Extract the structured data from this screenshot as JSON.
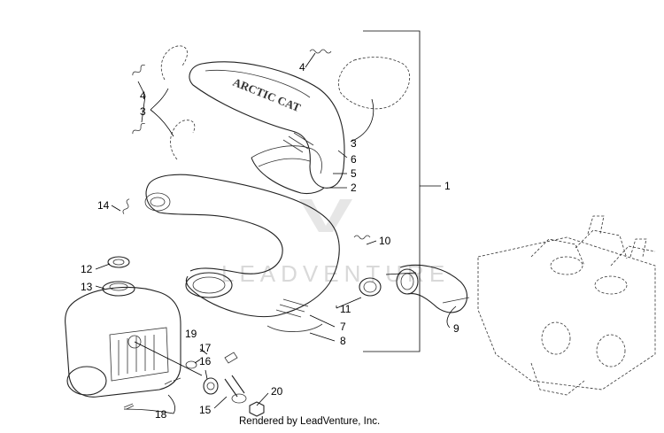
{
  "diagram": {
    "title": "",
    "watermark_text": "LEADVENTURE",
    "muffler_logo_text": "ARCTIC CAT",
    "credit": "Rendered by LeadVenture, Inc.",
    "callouts": {
      "c1": "1",
      "c2": "2",
      "c3a": "3",
      "c3b": "3",
      "c4a": "4",
      "c4b": "4",
      "c5": "5",
      "c6": "6",
      "c7": "7",
      "c8": "8",
      "c9": "9",
      "c10": "10",
      "c11": "11",
      "c12": "12",
      "c13": "13",
      "c14": "14",
      "c15": "15",
      "c16": "16",
      "c17": "17",
      "c18": "18",
      "c19": "19",
      "c20": "20"
    },
    "colors": {
      "line": "#222222",
      "watermark": "#d9d9d9",
      "background": "#ffffff"
    }
  }
}
